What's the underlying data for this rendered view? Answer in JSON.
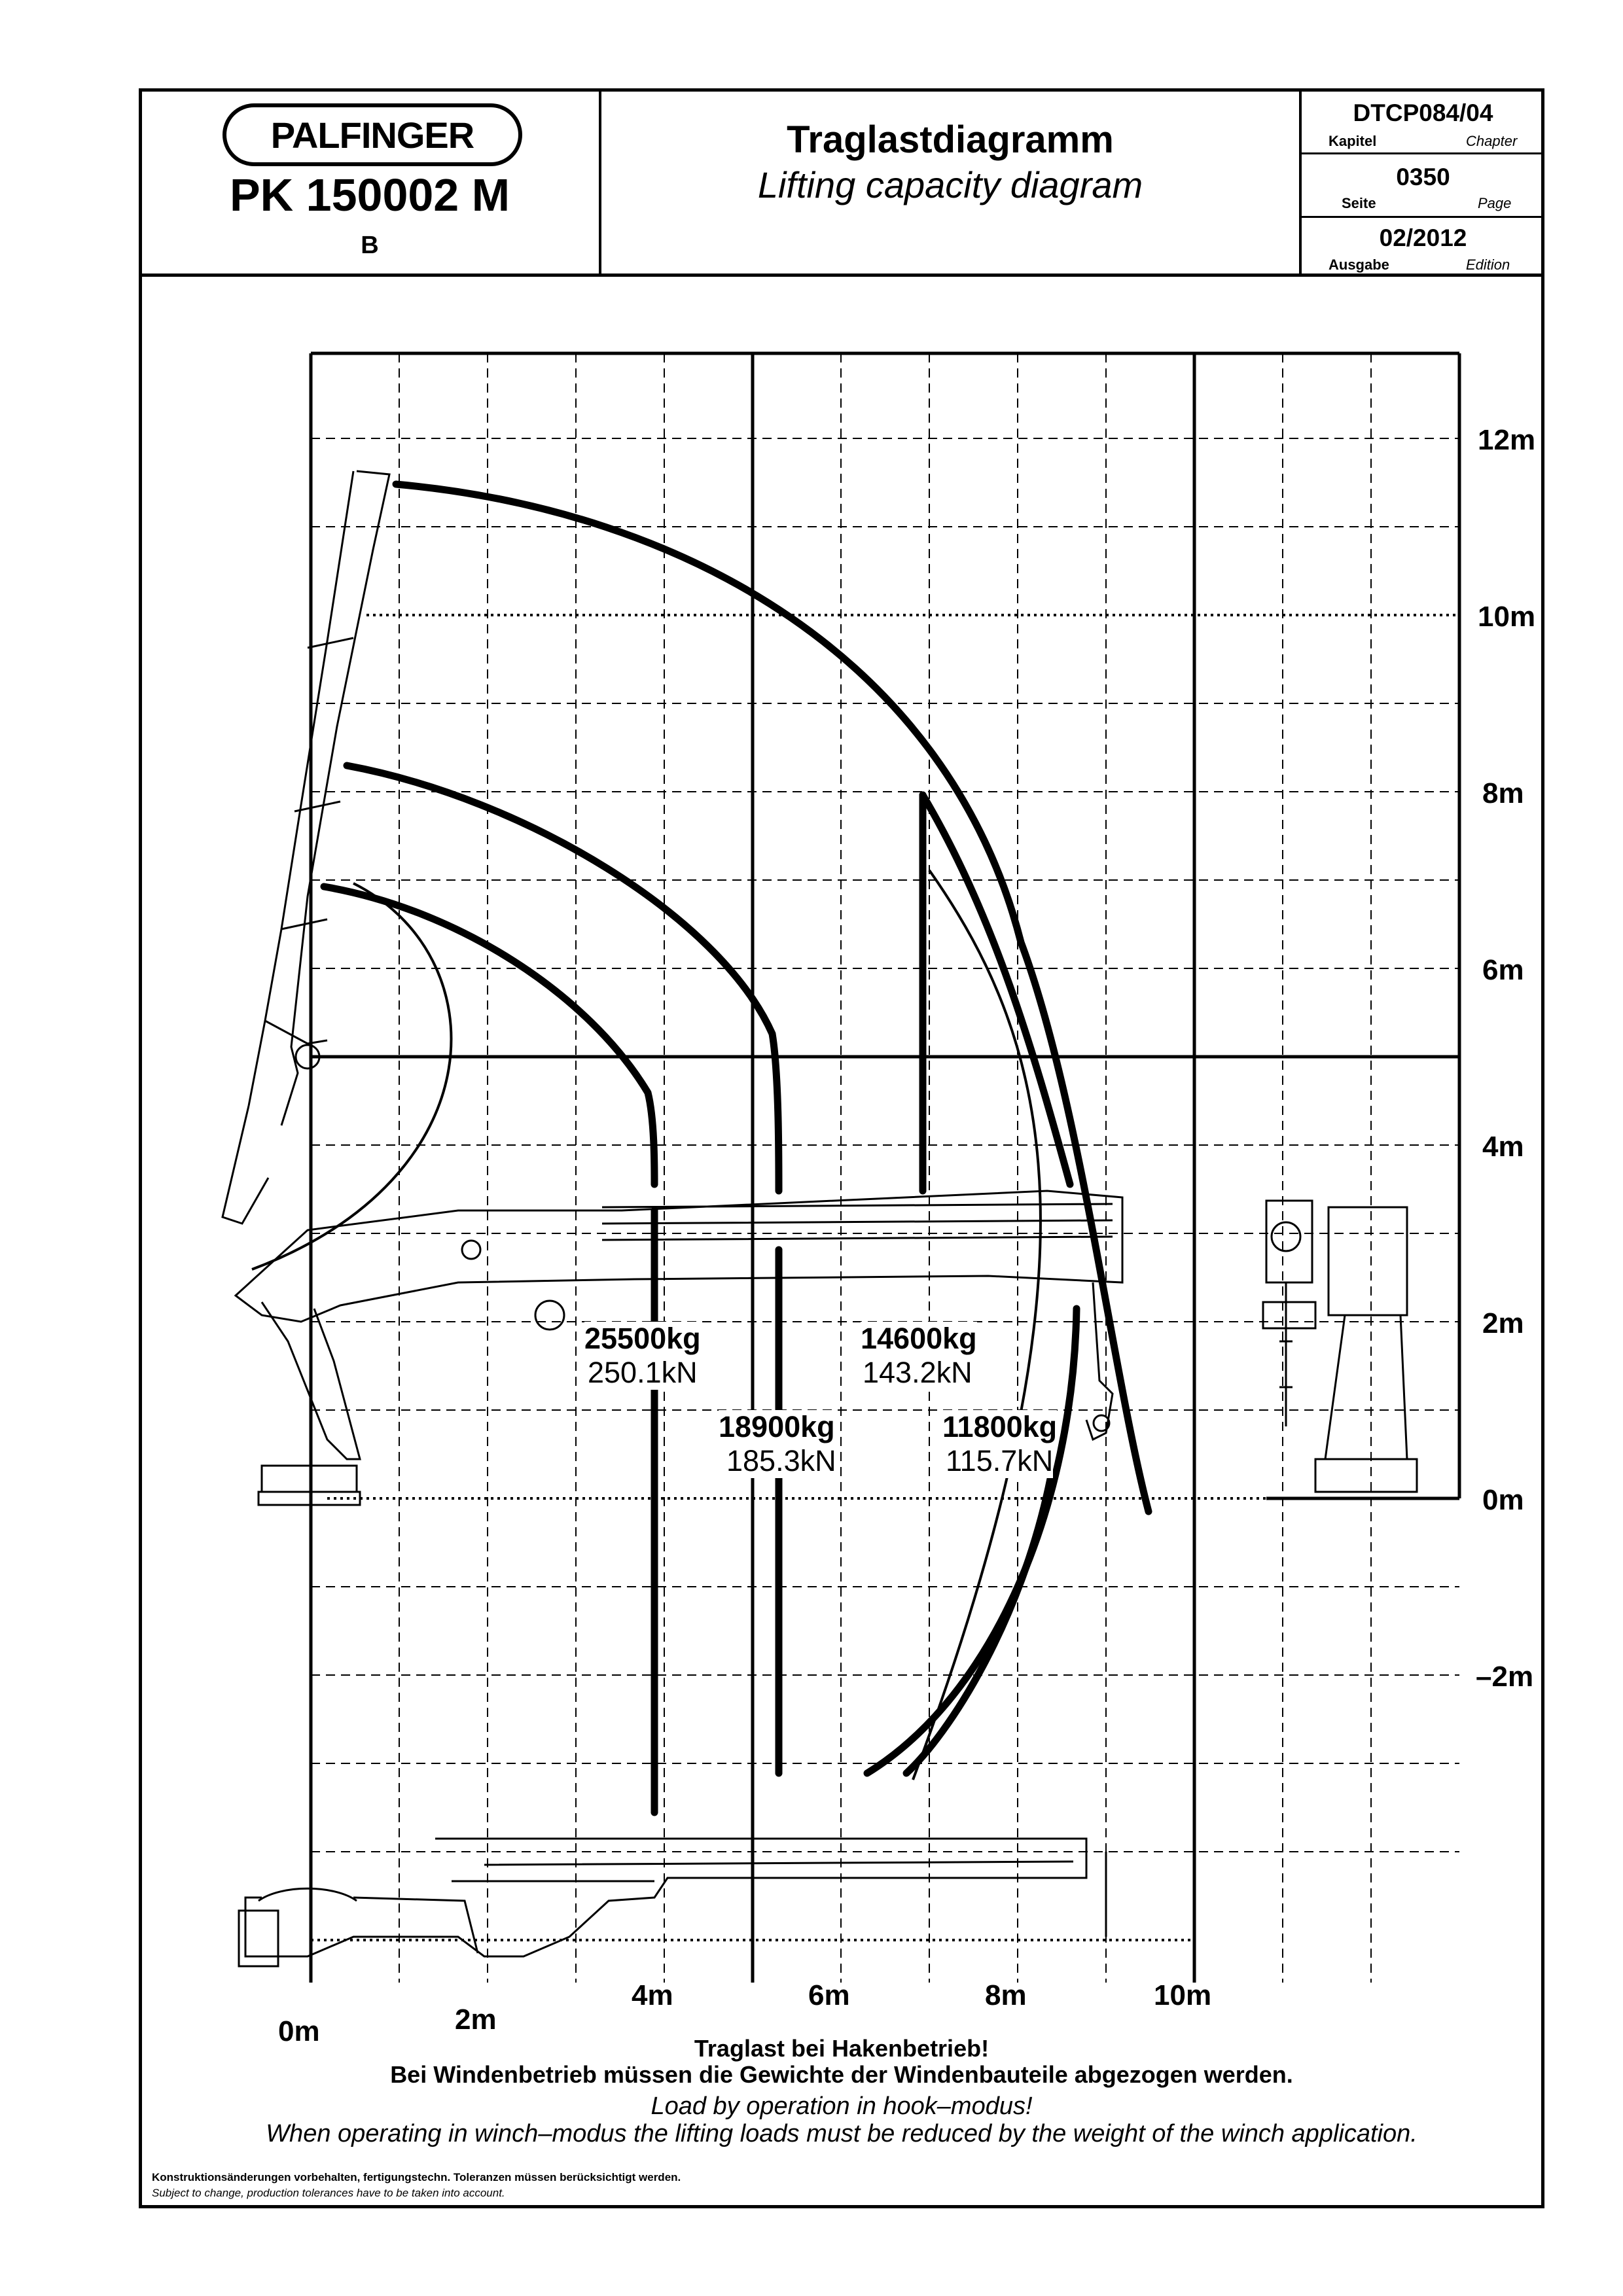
{
  "header": {
    "brand": "PALFINGER",
    "model": "PK 150002 M",
    "variant": "B",
    "title_de": "Traglastdiagramm",
    "title_en": "Lifting capacity diagram",
    "doc_code": "DTCP084/04",
    "kapitel_de": "Kapitel",
    "kapitel_en": "Chapter",
    "page_number": "0350",
    "seite_de": "Seite",
    "seite_en": "Page",
    "edition": "02/2012",
    "ausgabe_de": "Ausgabe",
    "ausgabe_en": "Edition"
  },
  "diagram": {
    "y_axis_labels": [
      "12m",
      "10m",
      "8m",
      "6m",
      "4m",
      "2m",
      "0m",
      "–2m"
    ],
    "x_axis_labels": [
      "0m",
      "2m",
      "4m",
      "6m",
      "8m",
      "10m"
    ],
    "loads": [
      {
        "kg": "25500kg",
        "kn": "250.1kN"
      },
      {
        "kg": "18900kg",
        "kn": "185.3kN"
      },
      {
        "kg": "14600kg",
        "kn": "143.2kN"
      },
      {
        "kg": "11800kg",
        "kn": "115.7kN"
      }
    ],
    "line_color": "#000000"
  },
  "notes": {
    "de_line1": "Traglast bei Hakenbetrieb!",
    "de_line2": "Bei Windenbetrieb müssen die Gewichte der Windenbauteile abgezogen werden.",
    "en_line1": "Load by operation in hook–modus!",
    "en_line2": "When operating in winch–modus the lifting loads must be reduced by the weight of the winch application."
  },
  "footer": {
    "de": "Konstruktionsänderungen vorbehalten, fertigungstechn. Toleranzen müssen berücksichtigt werden.",
    "en": "Subject to change, production tolerances have to be taken into account."
  }
}
